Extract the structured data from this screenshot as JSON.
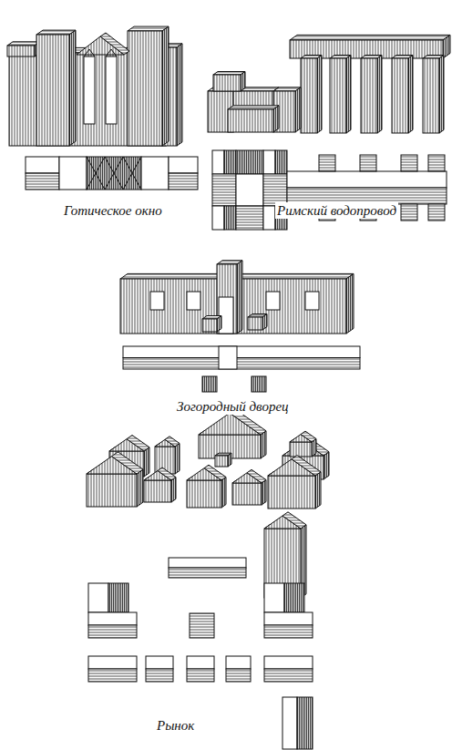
{
  "diagram": {
    "labels": [
      "Готическое окно",
      "Римский водопровод",
      "Зогородный дворец",
      "Рынок"
    ]
  }
}
